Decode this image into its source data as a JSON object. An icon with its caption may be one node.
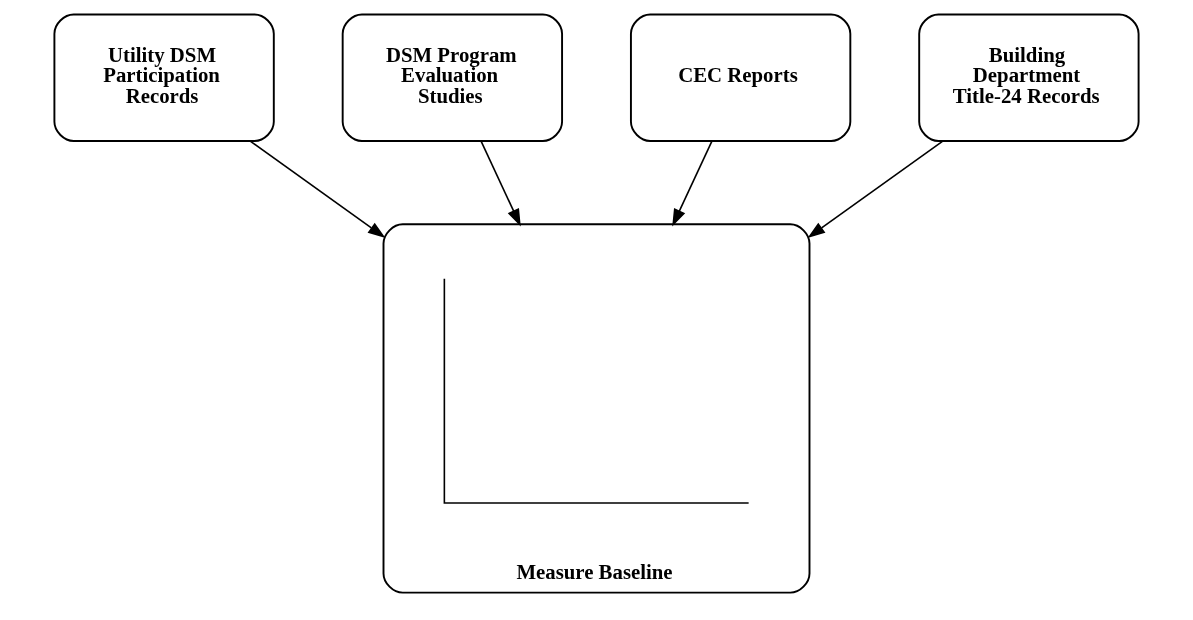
{
  "diagram": {
    "nodes": [
      {
        "text": [
          "Utility DSM Participation Records"
        ]
      },
      {
        "text": [
          "DSM Program Evaluation Studies"
        ]
      },
      {
        "text": [
          "CEC Reports"
        ]
      },
      {
        "text": [
          "Measure Baseline"
        ]
      },
      {
        "text": [],
        "shape": "picture",
        "in": 3
      },
      {
        "text": [
          "Building Department Title-24 Records"
        ]
      }
    ],
    "edges": [
      {
        "from": 0,
        "to": 3,
        "arrow": "to"
      },
      {
        "from": 1,
        "to": 3,
        "arrow": "to"
      },
      {
        "from": 2,
        "to": 3,
        "arrow": "to"
      },
      {
        "from": 5,
        "to": 3,
        "arrow": "to"
      }
    ]
  }
}
